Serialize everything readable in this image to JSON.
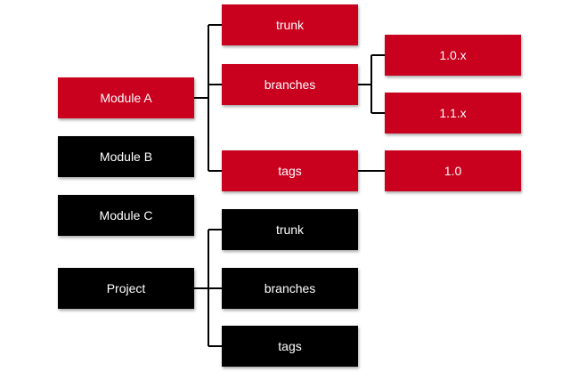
{
  "colors": {
    "svn_red": "#c9001e",
    "module_black": "#000000",
    "connector": "#000000"
  },
  "nodes": {
    "module_a": "Module A",
    "module_b": "Module B",
    "module_c": "Module C",
    "project": "Project",
    "module_a_trunk": "trunk",
    "module_a_branches": "branches",
    "module_a_tags": "tags",
    "branch_1_0_x": "1.0.x",
    "branch_1_1_x": "1.1.x",
    "tag_1_0": "1.0",
    "project_trunk": "trunk",
    "project_branches": "branches",
    "project_tags": "tags"
  }
}
